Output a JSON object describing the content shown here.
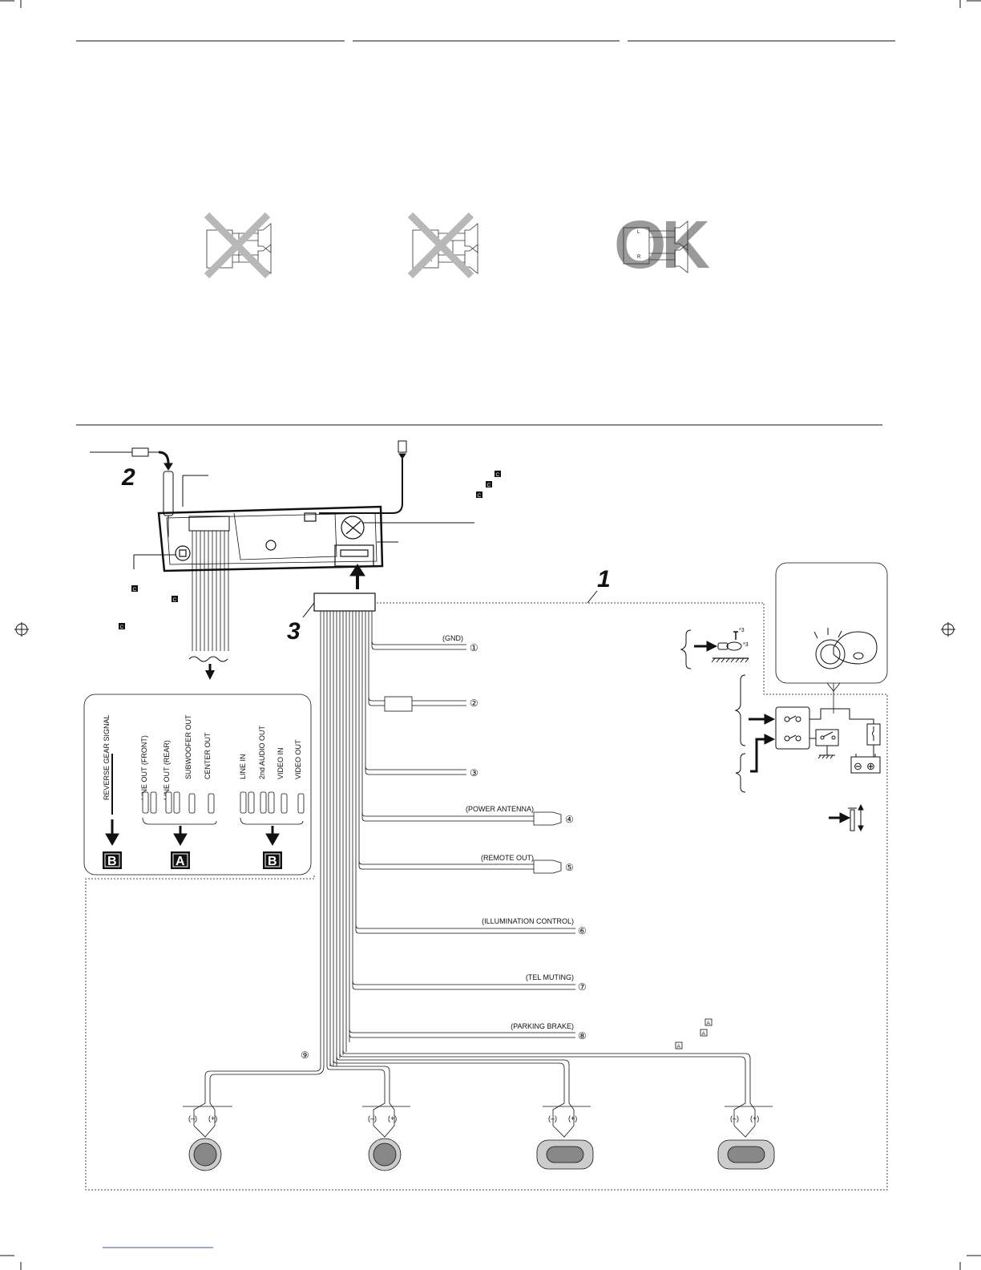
{
  "figure_numbers": {
    "main_harness": "1",
    "antenna": "2",
    "connector": "3"
  },
  "checks": {
    "ok": "OK",
    "lr_left": "L",
    "lr_right": "R"
  },
  "wires": [
    {
      "label": "(GND)",
      "num": "①"
    },
    {
      "label": "",
      "num": "②"
    },
    {
      "label": "",
      "num": "③"
    },
    {
      "label": "(POWER ANTENNA)",
      "num": "④"
    },
    {
      "label": "(REMOTE OUT)",
      "num": "⑤"
    },
    {
      "label": "(ILLUMINATION CONTROL)",
      "num": "⑥"
    },
    {
      "label": "(TEL MUTING)",
      "num": "⑦"
    },
    {
      "label": "(PARKING BRAKE)",
      "num": "⑧"
    }
  ],
  "speaker_group_num": "⑨",
  "speaker_polarity": {
    "neg": "(–)",
    "pos": "(+)"
  },
  "rca_labels": {
    "reverse": "REVERSE GEAR SIGNAL",
    "line_out_front": "LINE OUT (FRONT)",
    "line_out_rear": "LINE OUT (REAR)",
    "subwoofer_out": "SUBWOOFER OUT",
    "center_out": "CENTER OUT",
    "line_in": "LINE IN",
    "second_audio_out": "2nd AUDIO OUT",
    "video_in": "VIDEO IN",
    "video_out": "VIDEO OUT"
  },
  "badges": {
    "b1": "B",
    "a": "A",
    "b2": "B"
  },
  "ref_marks": {
    "c": "C",
    "a": "A",
    "star3": "*3"
  },
  "battery": {
    "minus": "⊖",
    "plus": "⊕"
  }
}
